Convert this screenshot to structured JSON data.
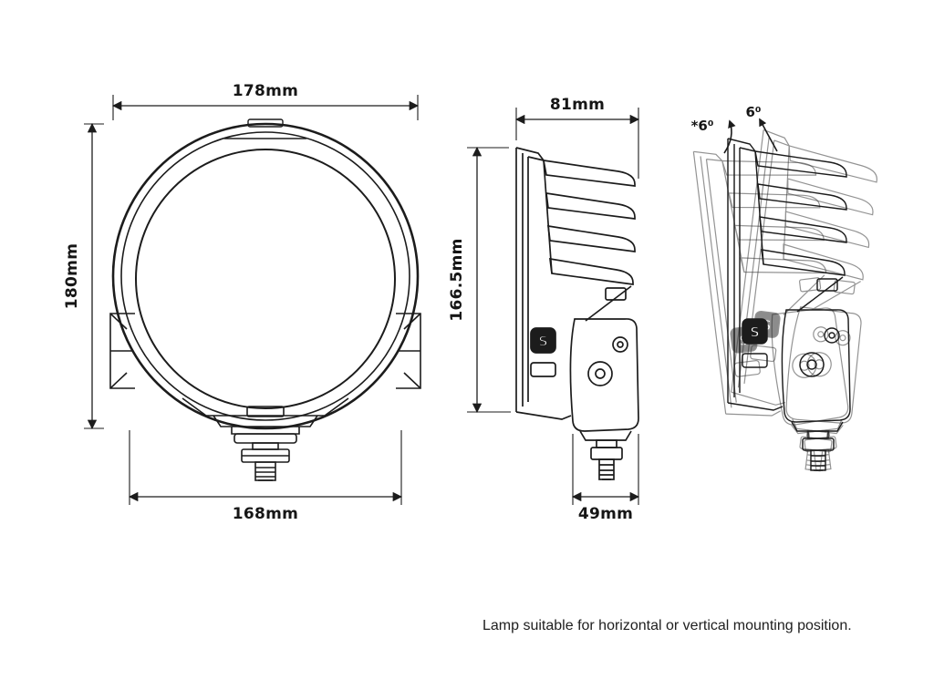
{
  "meta": {
    "background": "#ffffff",
    "ink": "#1c1c1c"
  },
  "views": {
    "front": {
      "name": "front-orthographic-view",
      "width_label": "178mm",
      "height_label": "180mm",
      "base_width_label": "168mm"
    },
    "side": {
      "name": "side-orthographic-view",
      "depth_label": "81mm",
      "height_label": "166.5mm",
      "bracket_width_label": "49mm"
    },
    "tilt": {
      "name": "tilt-adjustment-view",
      "back_tilt_label": "*6⁰",
      "forward_tilt_label": "6⁰"
    }
  },
  "logo": {
    "letter": "S"
  },
  "caption": "Lamp suitable for horizontal or vertical mounting position."
}
